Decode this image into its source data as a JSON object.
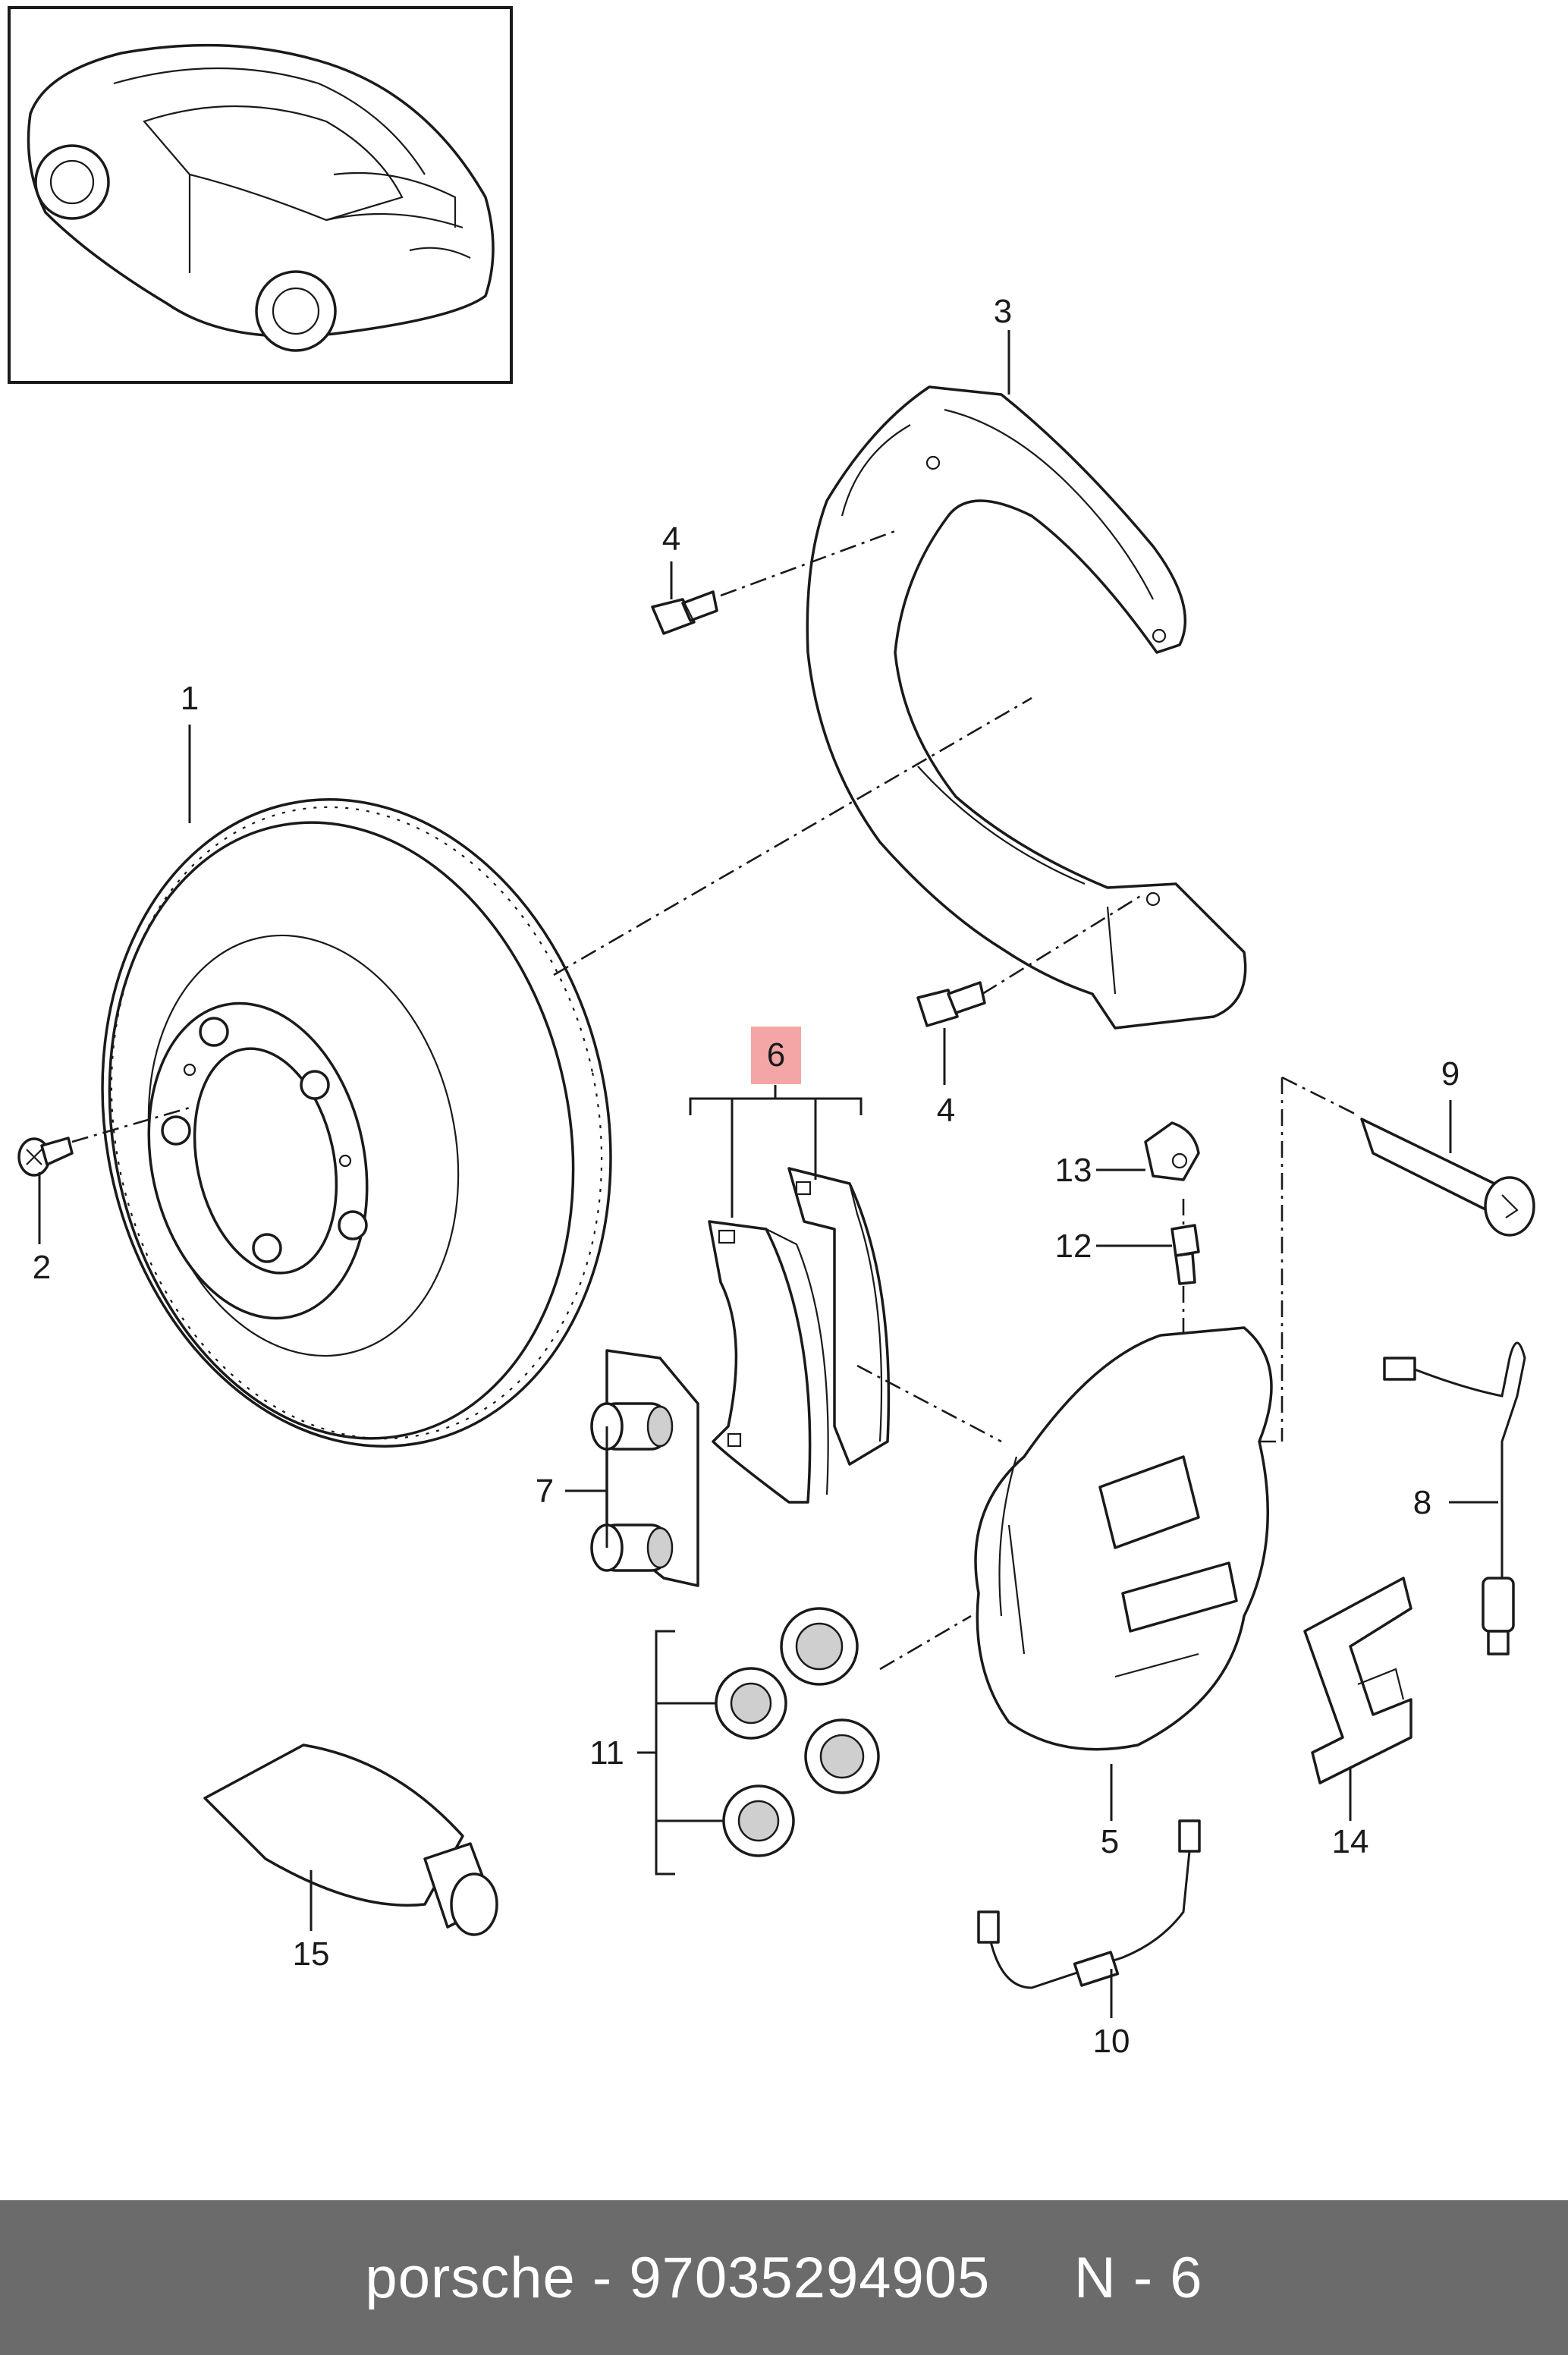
{
  "callouts": [
    {
      "id": "1",
      "text": "1"
    },
    {
      "id": "2",
      "text": "2"
    },
    {
      "id": "3",
      "text": "3"
    },
    {
      "id": "4a",
      "text": "4"
    },
    {
      "id": "4b",
      "text": "4"
    },
    {
      "id": "5",
      "text": "5"
    },
    {
      "id": "6",
      "text": "6",
      "highlight": "#f4a6a6"
    },
    {
      "id": "7",
      "text": "7"
    },
    {
      "id": "8",
      "text": "8"
    },
    {
      "id": "9",
      "text": "9"
    },
    {
      "id": "10",
      "text": "10"
    },
    {
      "id": "11",
      "text": "11"
    },
    {
      "id": "12",
      "text": "12"
    },
    {
      "id": "13",
      "text": "13"
    },
    {
      "id": "14",
      "text": "14"
    },
    {
      "id": "15",
      "text": "15"
    }
  ],
  "footer": {
    "text": "porsche - 97035294905     N - 6",
    "background": "#6b6b6b",
    "color": "#ffffff"
  }
}
